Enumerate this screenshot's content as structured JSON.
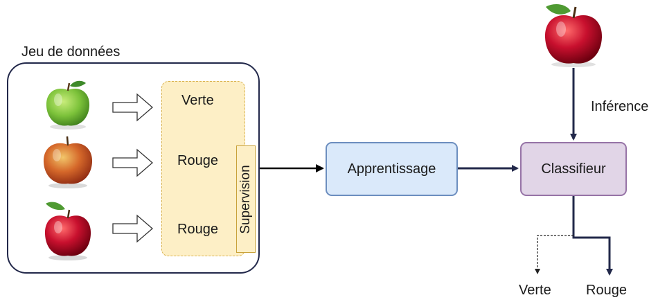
{
  "dataset": {
    "title": "Jeu de données",
    "labels": [
      "Verte",
      "Rouge",
      "Rouge"
    ],
    "supervision": "Supervision"
  },
  "nodes": {
    "learning": "Apprentissage",
    "classifier": "Classifieur"
  },
  "inference_label": "Inférence",
  "outputs": {
    "verte": "Verte",
    "rouge": "Rouge"
  },
  "colors": {
    "frame": "#22284a",
    "learning_fill": "#dae9fa",
    "learning_stroke": "#6c8ebf",
    "classifier_fill": "#e1d5e7",
    "classifier_stroke": "#9673a6",
    "label_panel_fill": "#fdefc6",
    "apple_green": "#7cc23a",
    "apple_red": "#c8102e"
  }
}
